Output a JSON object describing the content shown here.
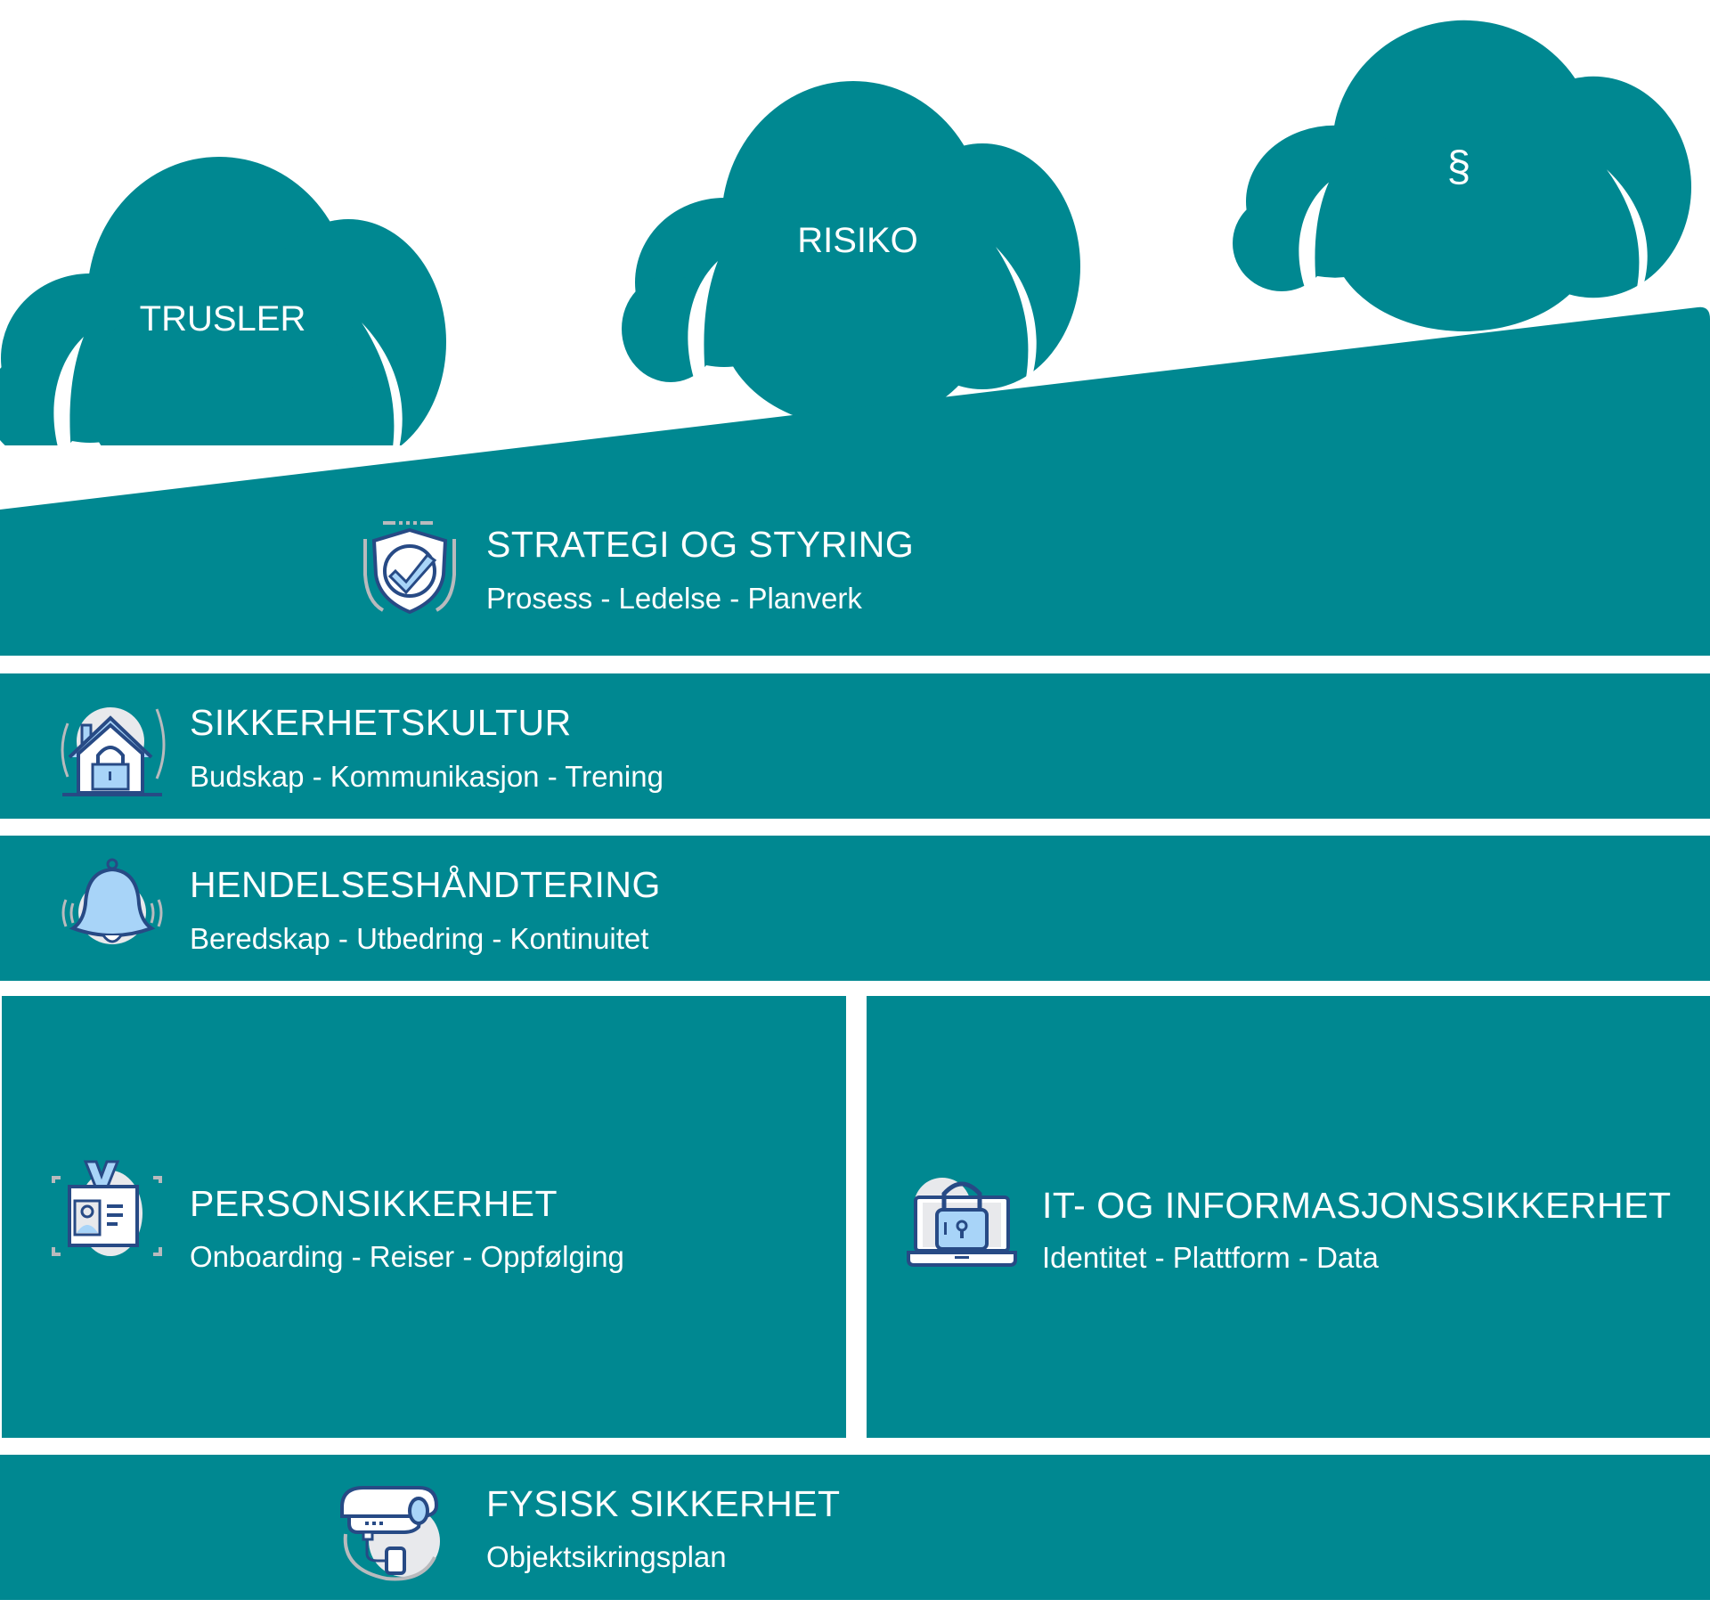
{
  "colors": {
    "teal": "#008891",
    "icon_dark": "#274a85",
    "icon_light": "#a8d4f8",
    "icon_bg": "#e8e9ec",
    "icon_grey": "#b9babd"
  },
  "clouds": [
    {
      "label": "TRUSLER"
    },
    {
      "label": "RISIKO"
    },
    {
      "label": "§"
    }
  ],
  "layers": {
    "strategi": {
      "title": "STRATEGI OG STYRING",
      "subtitle": "Prosess - Ledelse - Planverk",
      "icon": "shield-check-icon"
    },
    "kultur": {
      "title": "SIKKERHETSKULTUR",
      "subtitle": "Budskap - Kommunikasjon - Trening",
      "icon": "house-lock-icon"
    },
    "hendelse": {
      "title": "HENDELSESHÅNDTERING",
      "subtitle": "Beredskap - Utbedring - Kontinuitet",
      "icon": "bell-icon"
    },
    "person": {
      "title": "PERSONSIKKERHET",
      "subtitle": "Onboarding - Reiser - Oppfølging",
      "icon": "id-badge-icon"
    },
    "it": {
      "title": "IT- OG INFORMASJONSSIKKERHET",
      "subtitle": "Identitet - Plattform - Data",
      "icon": "laptop-lock-icon"
    },
    "fysisk": {
      "title": "FYSISK SIKKERHET",
      "subtitle": "Objektsikringsplan",
      "icon": "security-camera-icon"
    }
  }
}
